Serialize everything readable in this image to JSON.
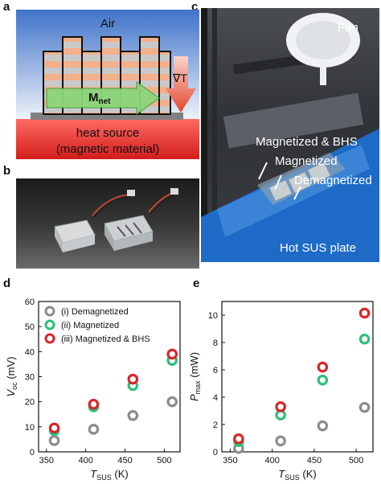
{
  "panels": {
    "a": "a",
    "b": "b",
    "c": "c",
    "d": "d",
    "e": "e"
  },
  "panel_a": {
    "air": "Air",
    "heat_source_line1": "heat source",
    "heat_source_line2": "(magnetic material)",
    "mnet": "M",
    "mnet_sub": "net",
    "grad": "∇T",
    "colors": {
      "air_top": "#3f73c9",
      "air_bottom": "#e9eef9",
      "heat_top": "#ff5a56",
      "heat_bottom": "#d6201c",
      "bar_orange": "#f3b08a",
      "bar_gray": "#c9c9c9",
      "arrow_green": "#8bd57a",
      "arrow_red": "#e8553d"
    }
  },
  "panel_c": {
    "fan": "Fan",
    "mag_bhs": "Magnetized & BHS",
    "magnetized": "Magnetized",
    "demagnetized": "Demagnetized",
    "hot_plate": "Hot SUS plate"
  },
  "legend": [
    {
      "label": "(i) Demagnetized",
      "color": "#8c8c8c"
    },
    {
      "label": "(ii) Magnetized",
      "color": "#2bc07a"
    },
    {
      "label": "(iii) Magnetized & BHS",
      "color": "#d8262a"
    }
  ],
  "chart_data": [
    {
      "type": "scatter",
      "panel": "d",
      "xlabel": "T",
      "xlabel_sub": "SUS",
      "xlabel_unit": " (K)",
      "ylabel": "V",
      "ylabel_sub": "oc",
      "ylabel_unit": " (mV)",
      "xlim": [
        340,
        520
      ],
      "ylim": [
        0,
        60
      ],
      "xticks": [
        350,
        400,
        450,
        500
      ],
      "yticks": [
        0,
        10,
        20,
        30,
        40,
        50,
        60
      ],
      "series": [
        {
          "name": "(i) Demagnetized",
          "x": [
            360,
            410,
            460,
            510
          ],
          "y": [
            4.5,
            9,
            14.5,
            20
          ]
        },
        {
          "name": "(ii) Magnetized",
          "x": [
            360,
            410,
            460,
            510
          ],
          "y": [
            8.5,
            18,
            26.5,
            36.5
          ]
        },
        {
          "name": "(iii) Magnetized & BHS",
          "x": [
            360,
            410,
            460,
            510
          ],
          "y": [
            9.5,
            19,
            29,
            39
          ]
        }
      ]
    },
    {
      "type": "scatter",
      "panel": "e",
      "xlabel": "T",
      "xlabel_sub": "SUS",
      "xlabel_unit": " (K)",
      "ylabel": "P",
      "ylabel_sub": "max",
      "ylabel_unit": " (mW)",
      "xlim": [
        340,
        520
      ],
      "ylim": [
        0,
        11
      ],
      "xticks": [
        350,
        400,
        450,
        500
      ],
      "yticks": [
        0,
        2,
        4,
        6,
        8,
        10
      ],
      "series": [
        {
          "name": "(i) Demagnetized",
          "x": [
            360,
            410,
            460,
            510
          ],
          "y": [
            0.25,
            0.8,
            1.9,
            3.25
          ]
        },
        {
          "name": "(ii) Magnetized",
          "x": [
            360,
            410,
            460,
            510
          ],
          "y": [
            0.75,
            2.7,
            5.25,
            8.25
          ]
        },
        {
          "name": "(iii) Magnetized & BHS",
          "x": [
            360,
            410,
            460,
            510
          ],
          "y": [
            0.95,
            3.3,
            6.2,
            10.15
          ]
        }
      ]
    }
  ]
}
